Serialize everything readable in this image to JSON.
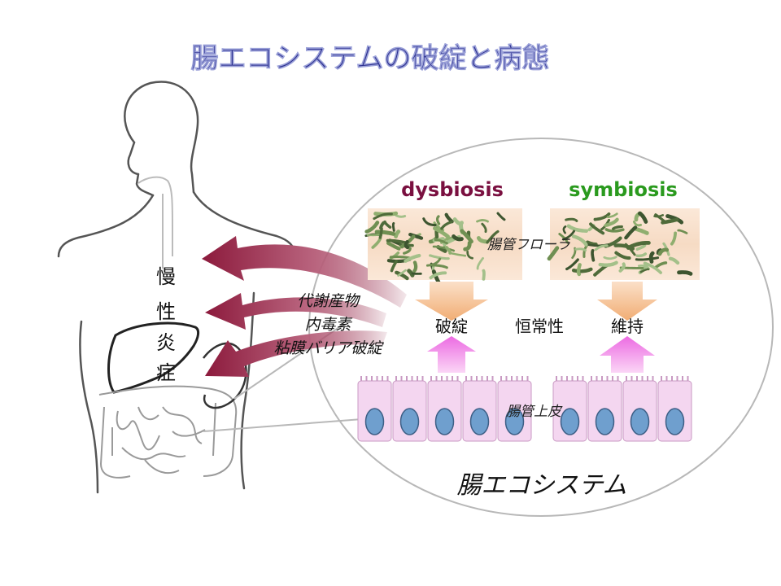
{
  "slide": {
    "title": "腸エコシステムの破綻と病態",
    "disease_chars": [
      "慢",
      "性",
      "炎",
      "症"
    ],
    "factors": [
      "代謝産物",
      "内毒素",
      "粘膜バリア破綻"
    ],
    "dysbiosis_label": "dysbiosis",
    "symbiosis_label": "symbiosis",
    "flora_label": "腸管フローラ",
    "collapse_label": "破綻",
    "homeostasis_label": "恒常性",
    "maintain_label": "維持",
    "epithelium_label": "腸管上皮",
    "ecosystem_label": "腸エコシステム"
  },
  "colors": {
    "title": "#2b2f8f",
    "dysbiosis": "#7a1040",
    "symbiosis": "#2a9a1e",
    "arrow": "#8c1a3c",
    "cell_fill": "#f4d6f0",
    "nucleus": "#6f9fce",
    "up_arrow": "#f07ce8",
    "down_arrow": "#f4b882"
  }
}
